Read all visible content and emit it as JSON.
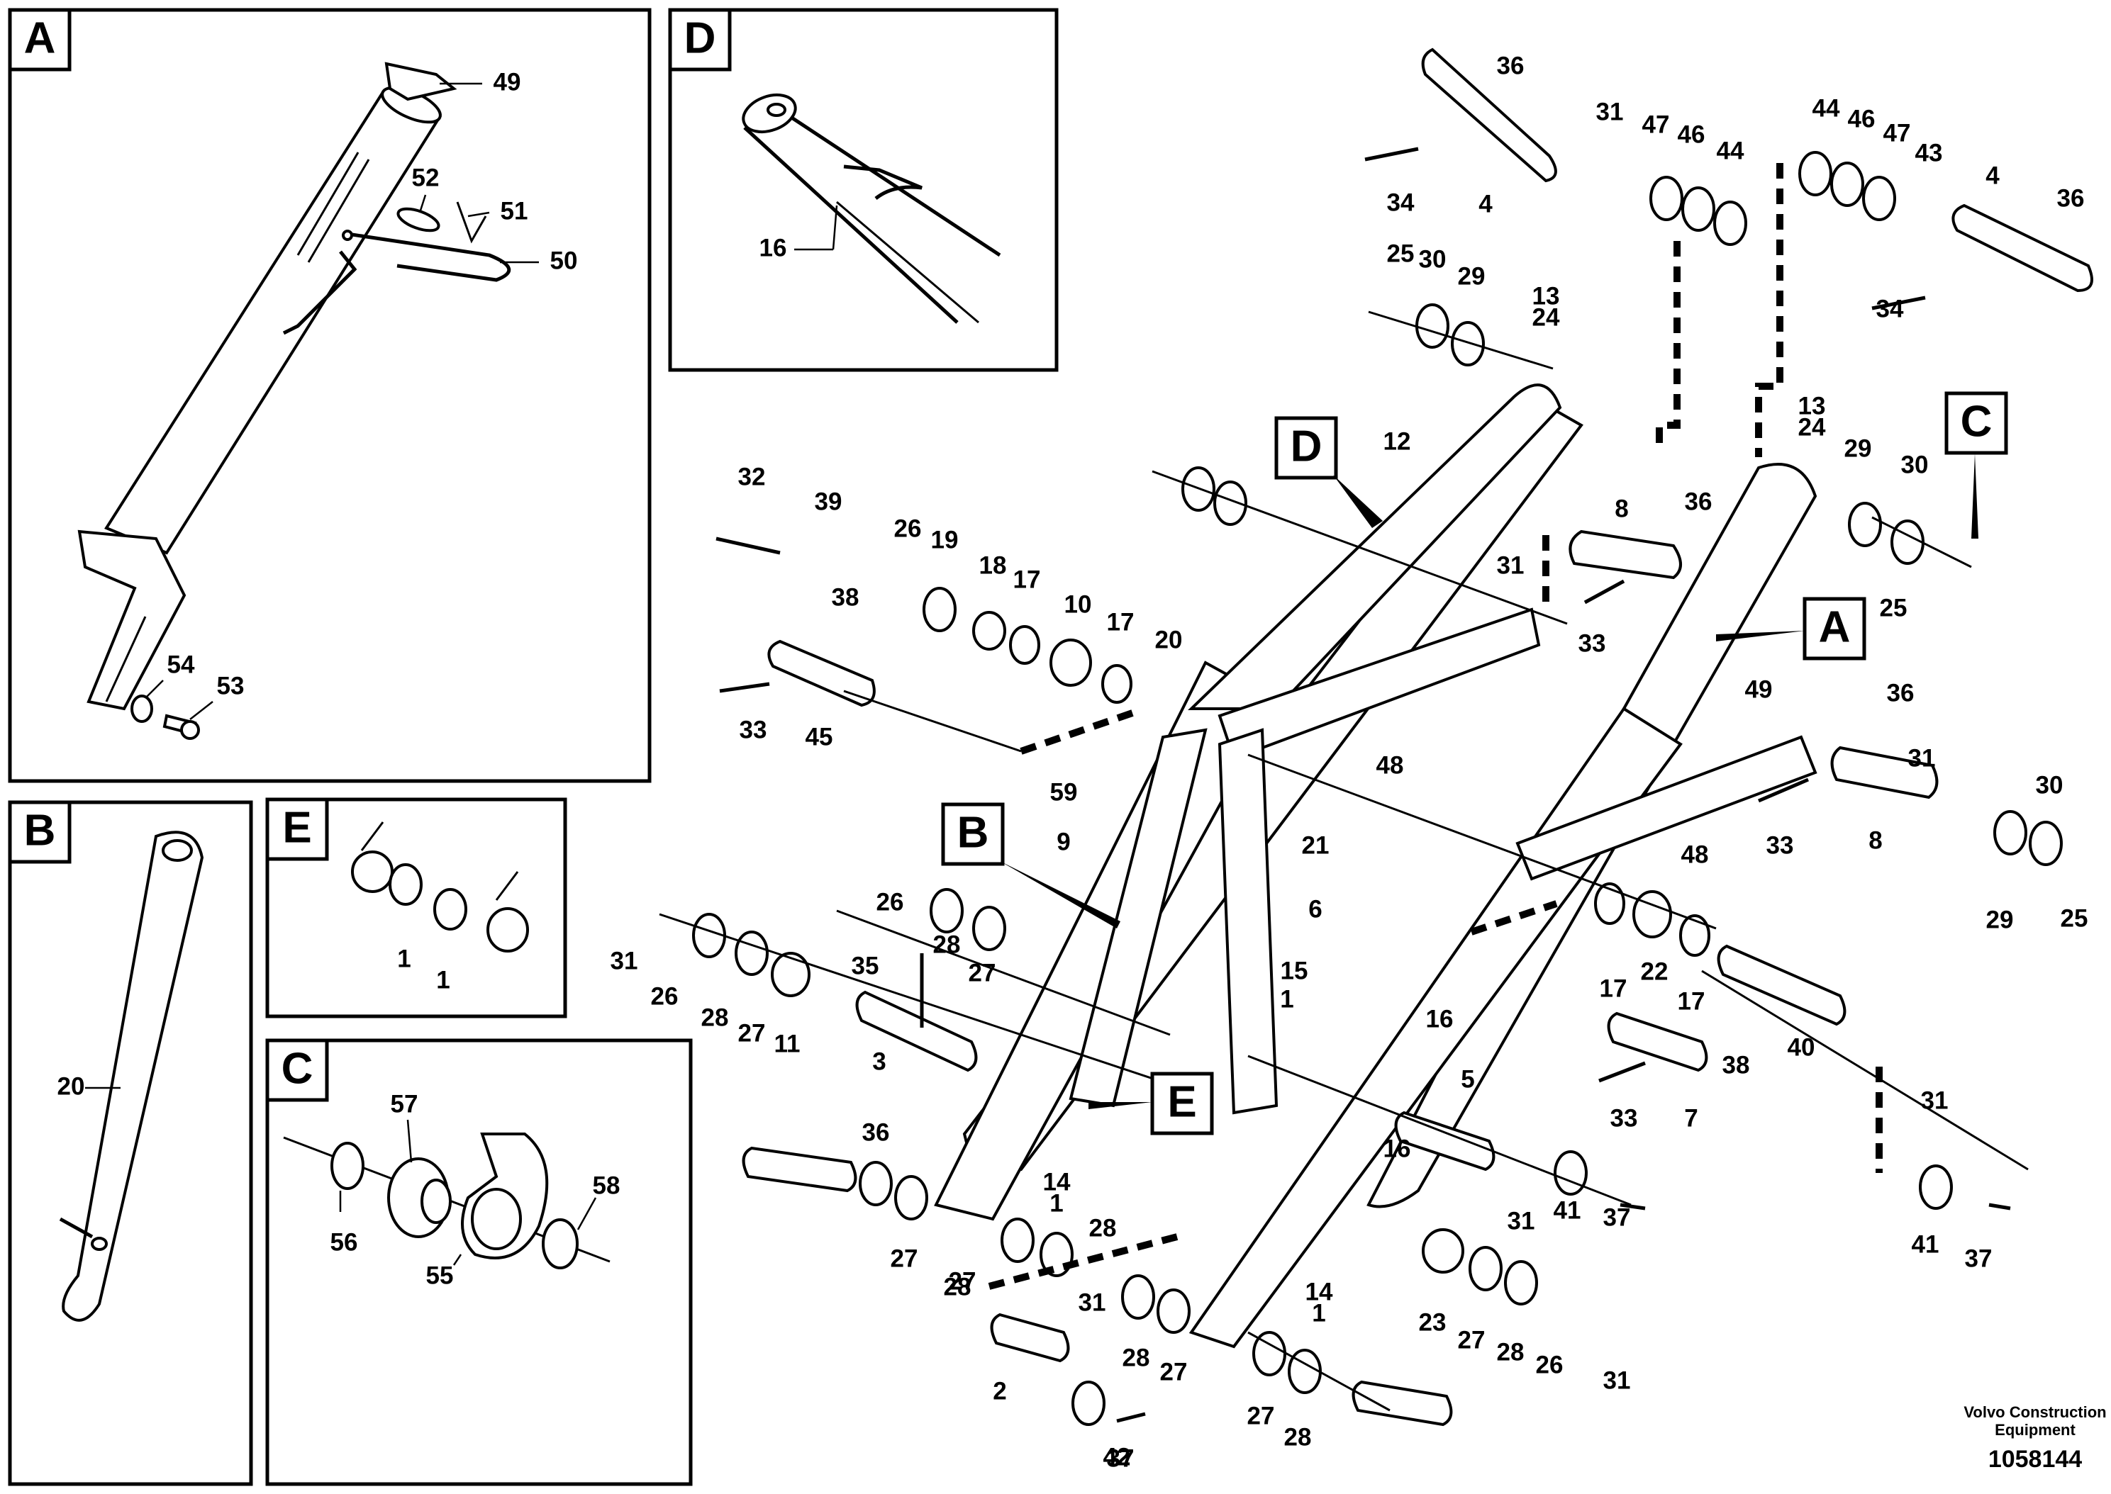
{
  "footer": {
    "company_line1": "Volvo Construction",
    "company_line2": "Equipment",
    "doc_number": "1058144"
  },
  "detail_panels": {
    "A": {
      "letter": "A",
      "labels": [
        "49",
        "52",
        "51",
        "50",
        "54",
        "53"
      ]
    },
    "D": {
      "letter": "D",
      "labels": [
        "16"
      ]
    },
    "B": {
      "letter": "B",
      "labels": [
        "20"
      ]
    },
    "E": {
      "letter": "E",
      "labels": [
        "1",
        "1"
      ]
    },
    "C": {
      "letter": "C",
      "labels": [
        "57",
        "58",
        "56",
        "55"
      ]
    }
  },
  "callouts": {
    "A": "A",
    "B": "B",
    "C": "C",
    "D": "D",
    "E": "E"
  },
  "part_numbers": [
    "36",
    "31",
    "47",
    "46",
    "44",
    "44",
    "46",
    "47",
    "43",
    "4",
    "36",
    "34",
    "4",
    "34",
    "25",
    "30",
    "29",
    "13",
    "24",
    "12",
    "13",
    "24",
    "29",
    "30",
    "25",
    "32",
    "39",
    "26",
    "19",
    "18",
    "17",
    "10",
    "17",
    "20",
    "38",
    "33",
    "45",
    "8",
    "36",
    "31",
    "33",
    "48",
    "49",
    "36",
    "31",
    "30",
    "33",
    "8",
    "48",
    "29",
    "25",
    "59",
    "9",
    "21",
    "6",
    "26",
    "28",
    "27",
    "31",
    "26",
    "28",
    "27",
    "11",
    "35",
    "15",
    "1",
    "3",
    "36",
    "17",
    "22",
    "17",
    "16",
    "40",
    "38",
    "31",
    "33",
    "7",
    "5",
    "16",
    "31",
    "41",
    "37",
    "41",
    "37",
    "14",
    "1",
    "28",
    "27",
    "27",
    "28",
    "31",
    "28",
    "27",
    "2",
    "42",
    "37",
    "14",
    "1",
    "27",
    "28",
    "23",
    "27",
    "28",
    "26",
    "31"
  ]
}
